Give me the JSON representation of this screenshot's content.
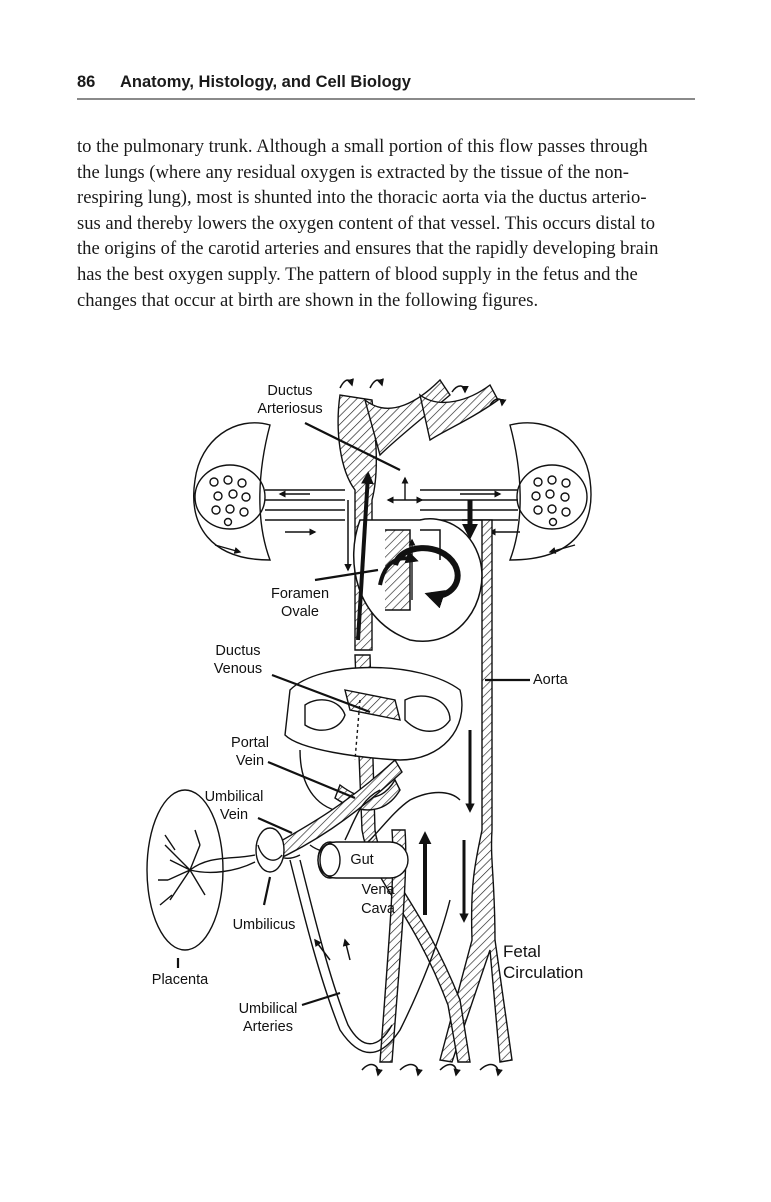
{
  "header": {
    "page_number": "86",
    "running_title": "Anatomy, Histology, and Cell Biology"
  },
  "body_text": {
    "lines": [
      "to the pulmonary trunk. Although a small portion of this flow passes through",
      "the lungs (where any residual oxygen is extracted by the tissue of the non-",
      "respiring lung), most is shunted into the thoracic aorta via the ductus arterio-",
      "sus and thereby lowers the oxygen content of that vessel. This occurs distal to",
      "the origins of the carotid arteries and ensures that the rapidly developing brain",
      "has the best oxygen supply. The pattern of blood supply in the fetus and the",
      "changes that occur at birth are shown in the following figures."
    ]
  },
  "figure": {
    "labels": {
      "ductus_arteriosus_1": "Ductus",
      "ductus_arteriosus_2": "Arteriosus",
      "foramen_ovale_1": "Foramen",
      "foramen_ovale_2": "Ovale",
      "ductus_venous_1": "Ductus",
      "ductus_venous_2": "Venous",
      "aorta": "Aorta",
      "portal_vein_1": "Portal",
      "portal_vein_2": "Vein",
      "umbilical_vein_1": "Umbilical",
      "umbilical_vein_2": "Vein",
      "gut": "Gut",
      "vena_cava_1": "Vena",
      "vena_cava_2": "Cava",
      "umbilicus": "Umbilicus",
      "placenta": "Placenta",
      "umbilical_arteries_1": "Umbilical",
      "umbilical_arteries_2": "Arteries",
      "fetal_circulation_1": "Fetal",
      "fetal_circulation_2": "Circulation"
    }
  }
}
